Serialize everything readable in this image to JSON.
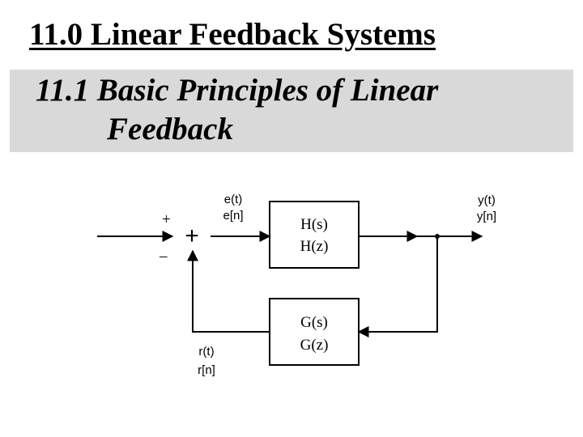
{
  "title": "11.0 Linear Feedback Systems",
  "subtitle": {
    "line1": "11.1 Basic Principles of Linear",
    "line2": "Feedback"
  },
  "diagram": {
    "summing_junction": {
      "symbol": "+",
      "plus_sign": "+",
      "minus_sign": "–"
    },
    "error_signal": {
      "continuous": "e(t)",
      "discrete": "e[n]"
    },
    "forward_block": {
      "continuous": "H(s)",
      "discrete": "H(z)"
    },
    "output_signal": {
      "continuous": "y(t)",
      "discrete": "y[n]"
    },
    "feedback_block": {
      "continuous": "G(s)",
      "discrete": "G(z)"
    },
    "feedback_signal": {
      "continuous": "r(t)",
      "discrete": "r[n]"
    }
  }
}
